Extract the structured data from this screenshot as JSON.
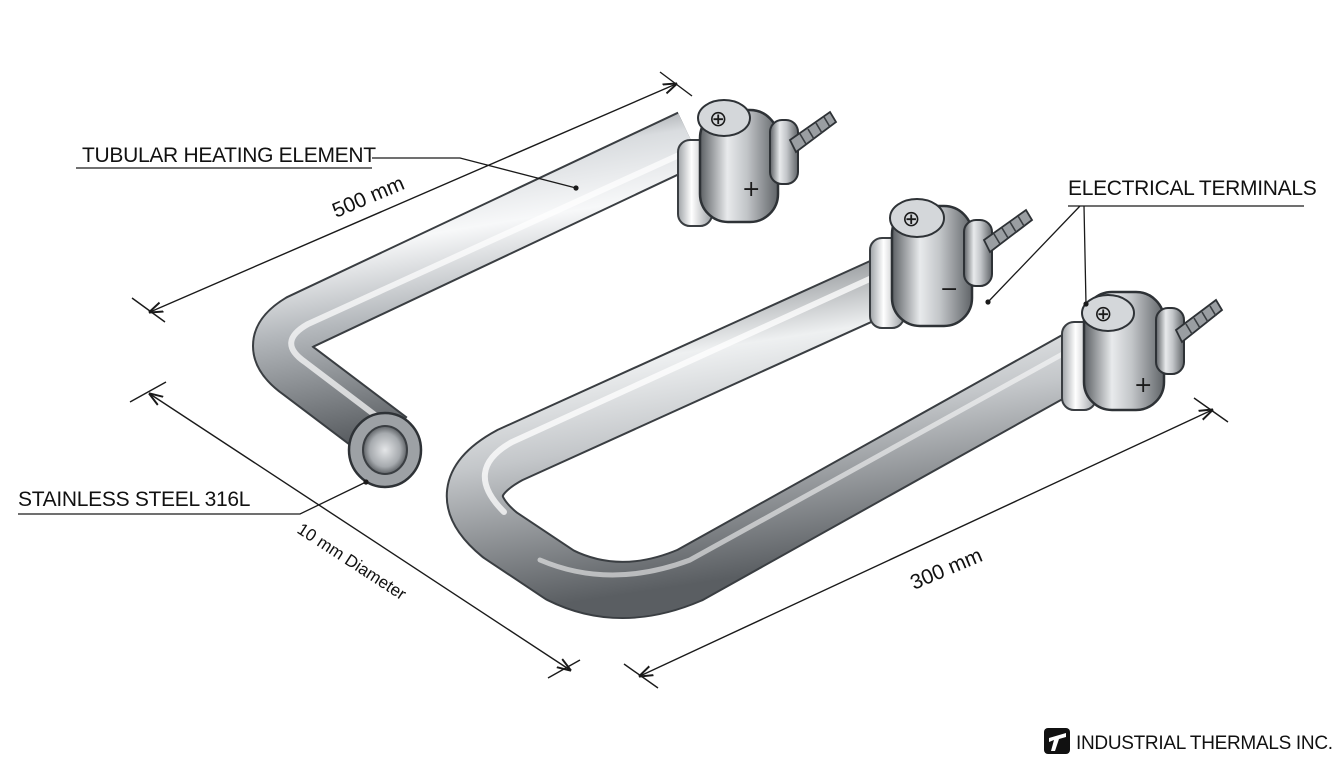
{
  "labels": {
    "element": "TUBULAR HEATING ELEMENT",
    "terminals": "ELECTRICAL TERMINALS",
    "material": "STAINLESS STEEL 316L"
  },
  "dimensions": {
    "length": "500 mm",
    "width": "300 mm",
    "diameter": "10 mm Diameter"
  },
  "polarity": {
    "terminal_1_cap": "⊕",
    "terminal_1_side": "+",
    "terminal_2_cap": "⊕",
    "terminal_2_side": "−",
    "terminal_3_cap": "⊕",
    "terminal_3_side": "+"
  },
  "brand": {
    "name": "INDUSTRIAL THERMALS INC.",
    "logo_icon": "stylized-t-logo-icon"
  },
  "colors": {
    "steel_light": "#f4f5f6",
    "steel_mid": "#aeb2b6",
    "steel_dark": "#55595d",
    "line": "#1a1a1a"
  }
}
